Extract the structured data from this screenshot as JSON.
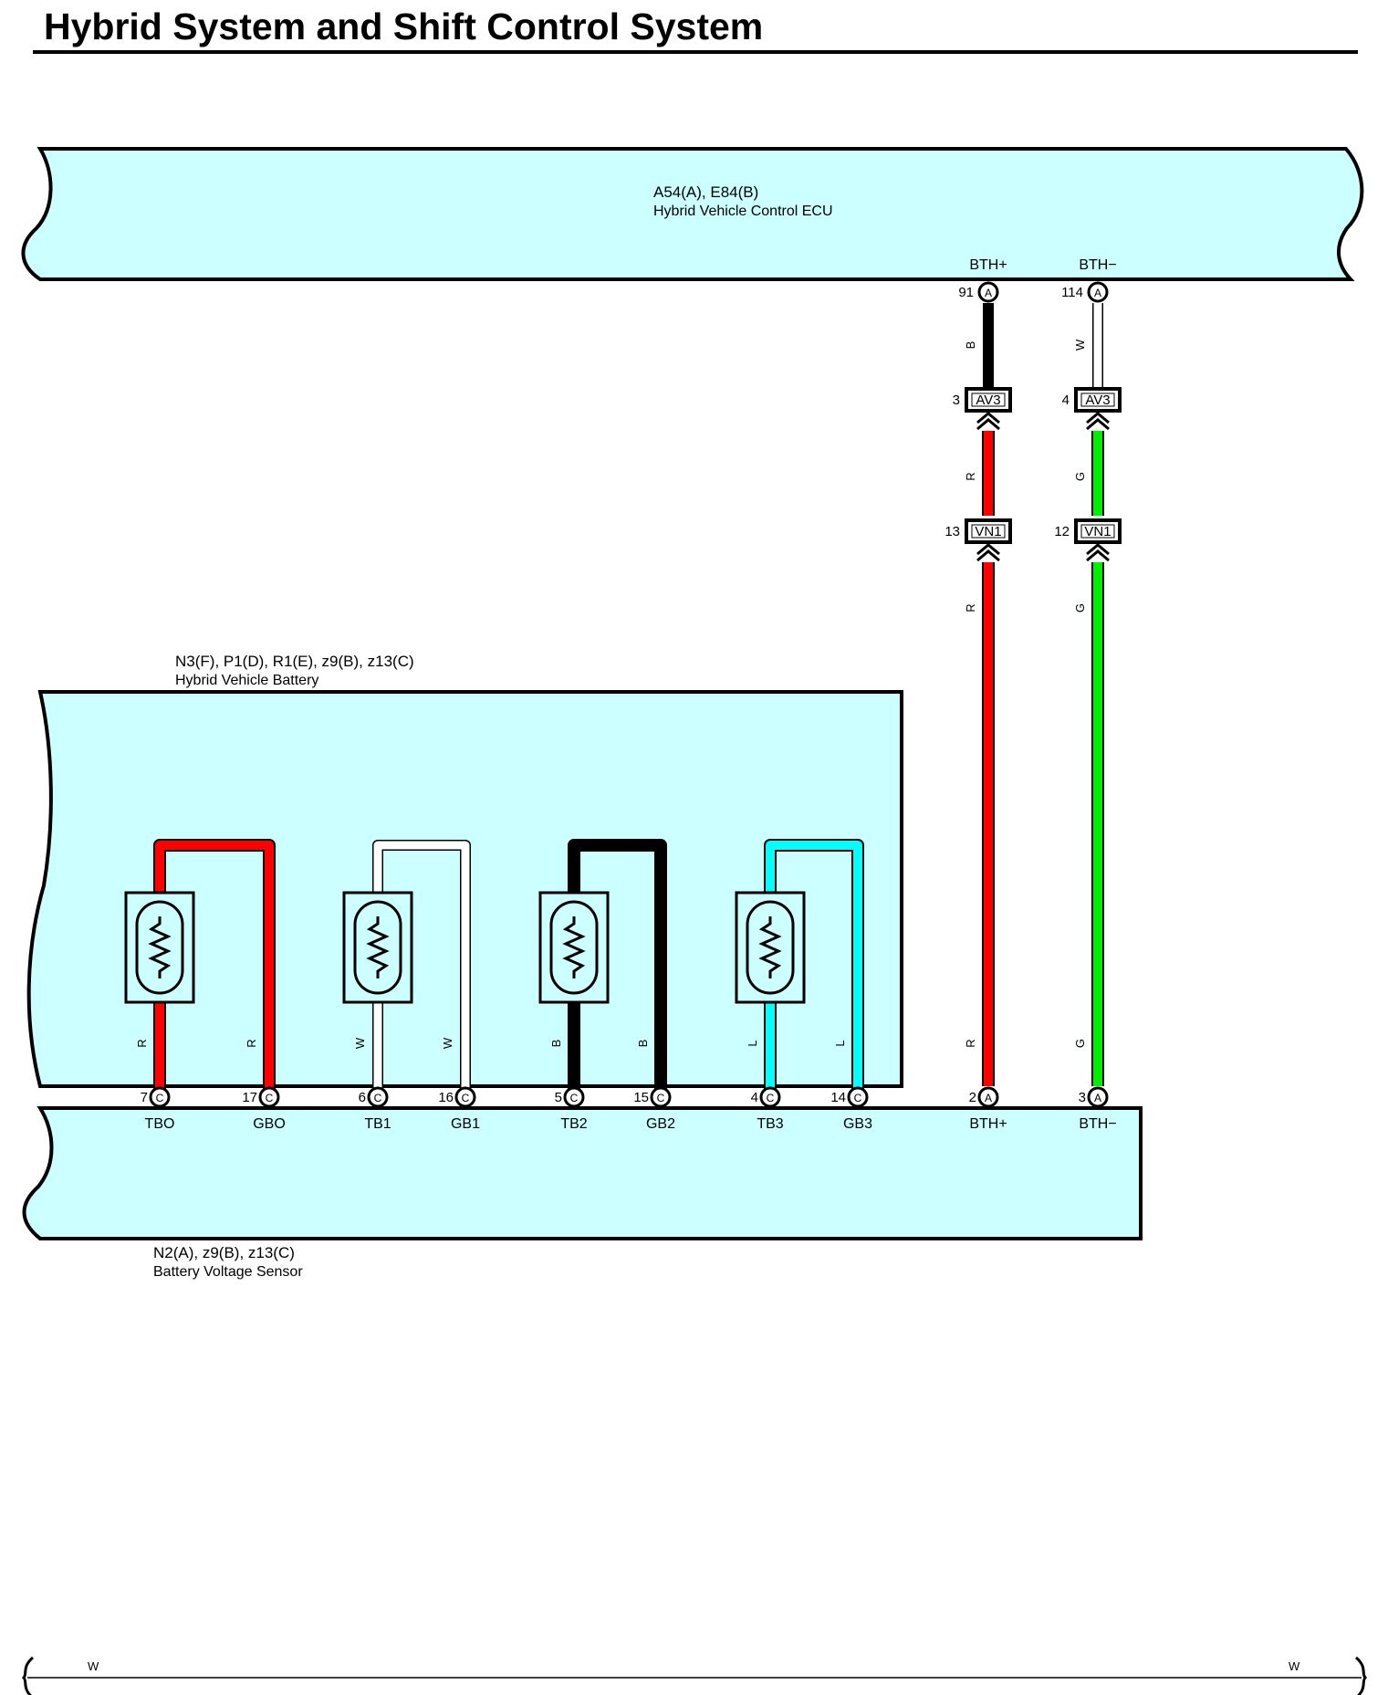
{
  "title": "Hybrid System and Shift Control System",
  "colors": {
    "component_fill": "#ccffff",
    "wire_R": "#ff0000",
    "wire_G": "#00ee00",
    "wire_B": "#000000",
    "wire_W": "#ffffff",
    "wire_L": "#00ffff"
  },
  "ecu": {
    "connector": "A54(A), E84(B)",
    "name": "Hybrid Vehicle Control ECU",
    "terminals": [
      {
        "name": "BTH+",
        "pin": "91",
        "conn": "A"
      },
      {
        "name": "BTH−",
        "pin": "114",
        "conn": "A"
      }
    ]
  },
  "battery": {
    "connector": "N3(F), P1(D), R1(E), z9(B), z13(C)",
    "name": "Hybrid Vehicle Battery"
  },
  "sensor": {
    "connector": "N2(A), z9(B), z13(C)",
    "name": "Battery Voltage Sensor",
    "terminals": [
      {
        "name": "TBO",
        "pin": "7",
        "conn": "C"
      },
      {
        "name": "GBO",
        "pin": "17",
        "conn": "C"
      },
      {
        "name": "TB1",
        "pin": "6",
        "conn": "C"
      },
      {
        "name": "GB1",
        "pin": "16",
        "conn": "C"
      },
      {
        "name": "TB2",
        "pin": "5",
        "conn": "C"
      },
      {
        "name": "GB2",
        "pin": "15",
        "conn": "C"
      },
      {
        "name": "TB3",
        "pin": "4",
        "conn": "C"
      },
      {
        "name": "GB3",
        "pin": "14",
        "conn": "C"
      },
      {
        "name": "BTH+",
        "pin": "2",
        "conn": "A"
      },
      {
        "name": "BTH−",
        "pin": "3",
        "conn": "A"
      }
    ]
  },
  "thermistor_wires": [
    "R",
    "R",
    "W",
    "W",
    "B",
    "B",
    "L",
    "L"
  ],
  "bth_plus": {
    "wires": [
      "B",
      "R",
      "R",
      "R"
    ],
    "connectors": [
      {
        "pin": "3",
        "name": "AV3"
      },
      {
        "pin": "13",
        "name": "VN1"
      }
    ]
  },
  "bth_minus": {
    "wires": [
      "W",
      "G",
      "G",
      "G"
    ],
    "connectors": [
      {
        "pin": "4",
        "name": "AV3"
      },
      {
        "pin": "12",
        "name": "VN1"
      }
    ]
  },
  "bottom_wire": {
    "left": "W",
    "right": "W"
  }
}
